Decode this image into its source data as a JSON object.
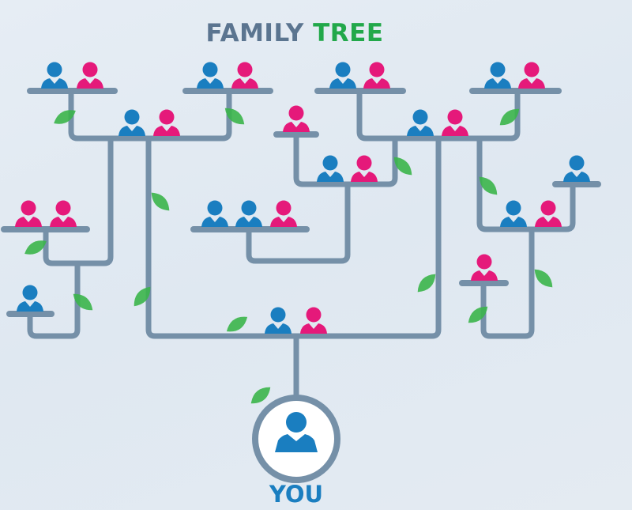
{
  "title": {
    "word1": "FAMILY",
    "word2": "TREE"
  },
  "you_label": "YOU",
  "colors": {
    "background": "#e3eaf1",
    "branch": "#7590a8",
    "title_gray": "#5b7590",
    "title_green": "#22a84a",
    "male": "#1a7ec0",
    "female": "#e5197a",
    "leaf": "#3bb54a",
    "you": "#1a7ec0"
  },
  "icons": [
    "person-male-icon",
    "person-female-icon",
    "leaf-icon"
  ]
}
